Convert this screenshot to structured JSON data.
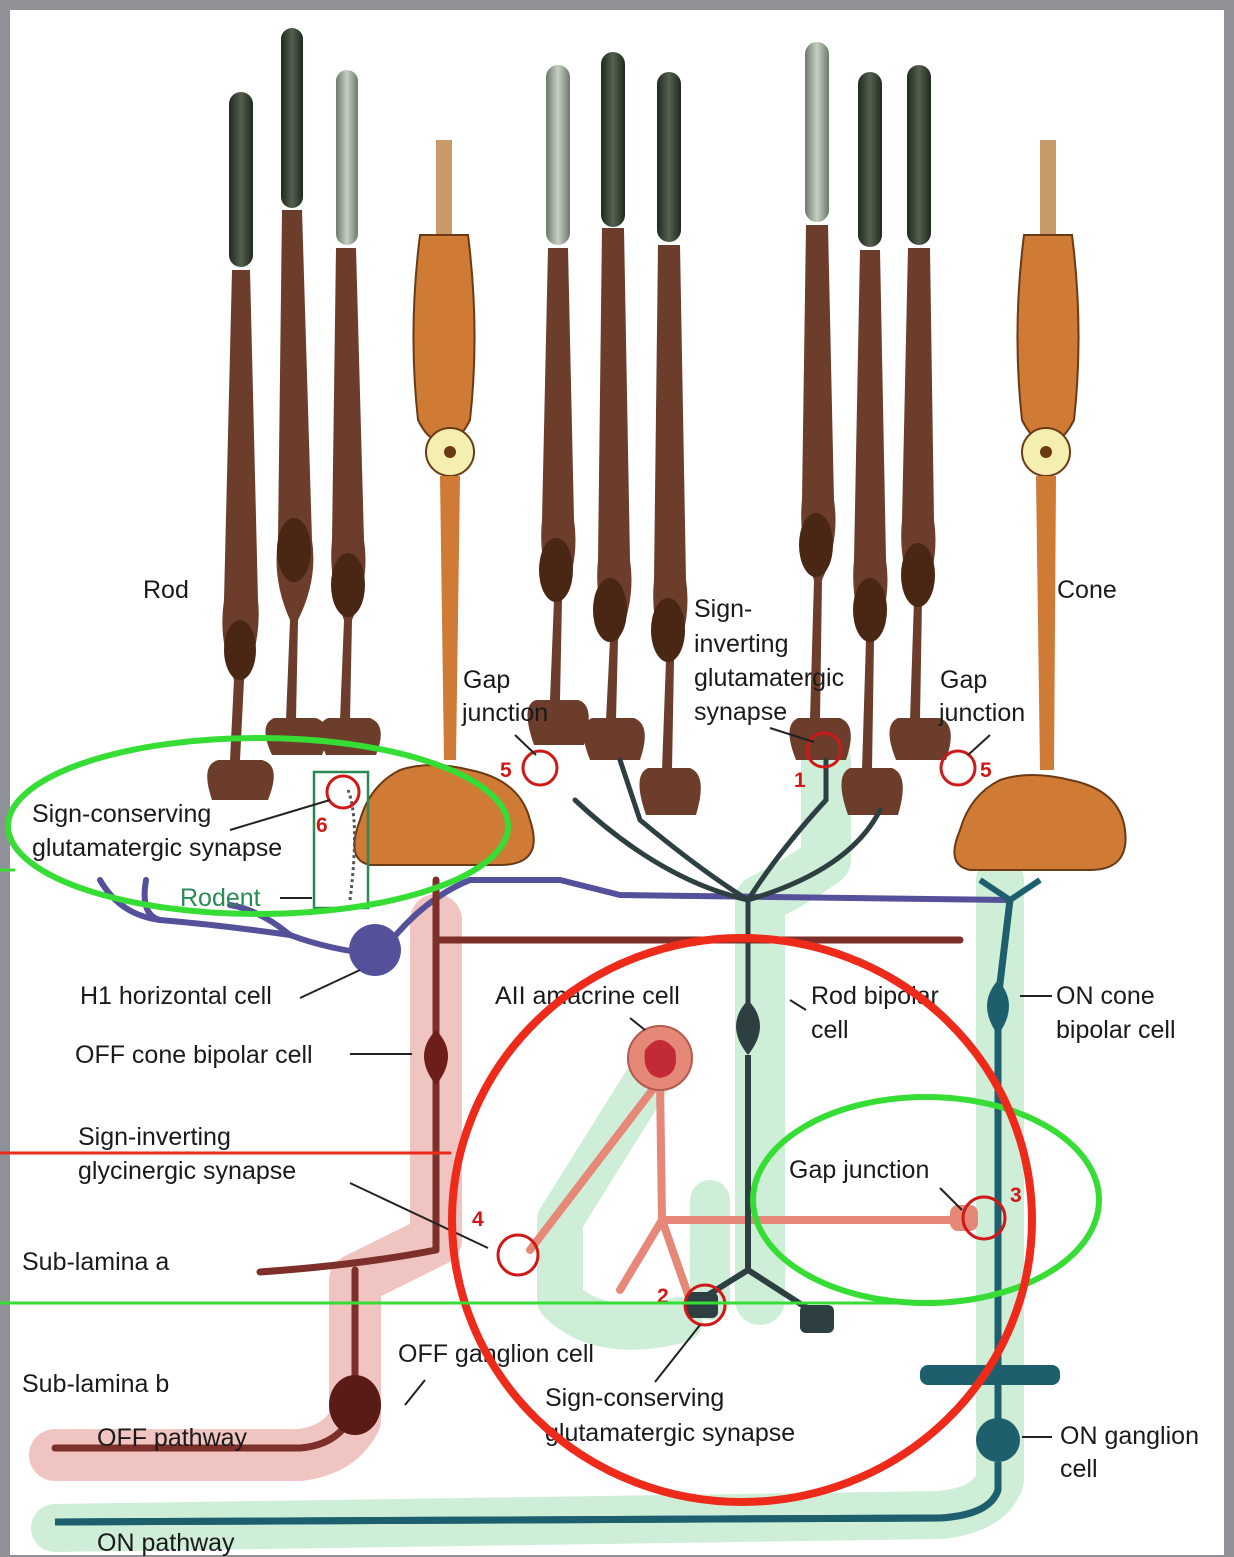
{
  "labels": {
    "rod": "Rod",
    "cone": "Cone",
    "gap_junction_left_1": "Gap",
    "gap_junction_left_2": "junction",
    "sign_inverting_1": "Sign-",
    "sign_inverting_2": "inverting",
    "sign_inverting_3": "glutamatergic",
    "sign_inverting_4": "synapse",
    "gap_junction_right_1": "Gap",
    "gap_junction_right_2": "junction",
    "sign_conserving_top_1": "Sign-conserving",
    "sign_conserving_top_2": "glutamatergic synapse",
    "rodent": "Rodent",
    "h1_horizontal": "H1 horizontal cell",
    "aii_amacrine": "AII amacrine cell",
    "rod_bipolar_1": "Rod bipolar",
    "rod_bipolar_2": "cell",
    "on_cone_bipolar_1": "ON cone",
    "on_cone_bipolar_2": "bipolar cell",
    "off_cone_bipolar": "OFF cone bipolar cell",
    "sign_inverting_gly_1": "Sign-inverting",
    "sign_inverting_gly_2": "glycinergic synapse",
    "gap_junction_mid": "Gap junction",
    "sub_lamina_a": "Sub-lamina a",
    "sub_lamina_b": "Sub-lamina b",
    "off_ganglion": "OFF ganglion cell",
    "sign_conserving_bottom_1": "Sign-conserving",
    "sign_conserving_bottom_2": "glutamatergic synapse",
    "on_ganglion_1": "ON ganglion",
    "on_ganglion_2": "cell",
    "off_pathway": "OFF pathway",
    "on_pathway": "ON pathway"
  },
  "markers": {
    "m1": "1",
    "m2": "2",
    "m3": "3",
    "m4": "4",
    "m5_left": "5",
    "m5_right": "5",
    "m6": "6"
  },
  "colors": {
    "background_frame": "#8f9196",
    "rod_cell": "#6b3d2a",
    "cone_cell": "#cf7a35",
    "horizontal_cell": "#55509a",
    "off_bipolar": "#7d2f2a",
    "aii_amacrine": "#e58878",
    "on_bipolar": "#1d5f6c",
    "rod_bipolar": "#2e3f42",
    "on_pathway_halo": "#cfeed8",
    "off_pathway_halo": "#f0c4c0",
    "annotation_green": "#35dd35",
    "annotation_red": "#ee2a1a",
    "marker_red": "#d01818",
    "rodent_box": "#2a8a55"
  }
}
